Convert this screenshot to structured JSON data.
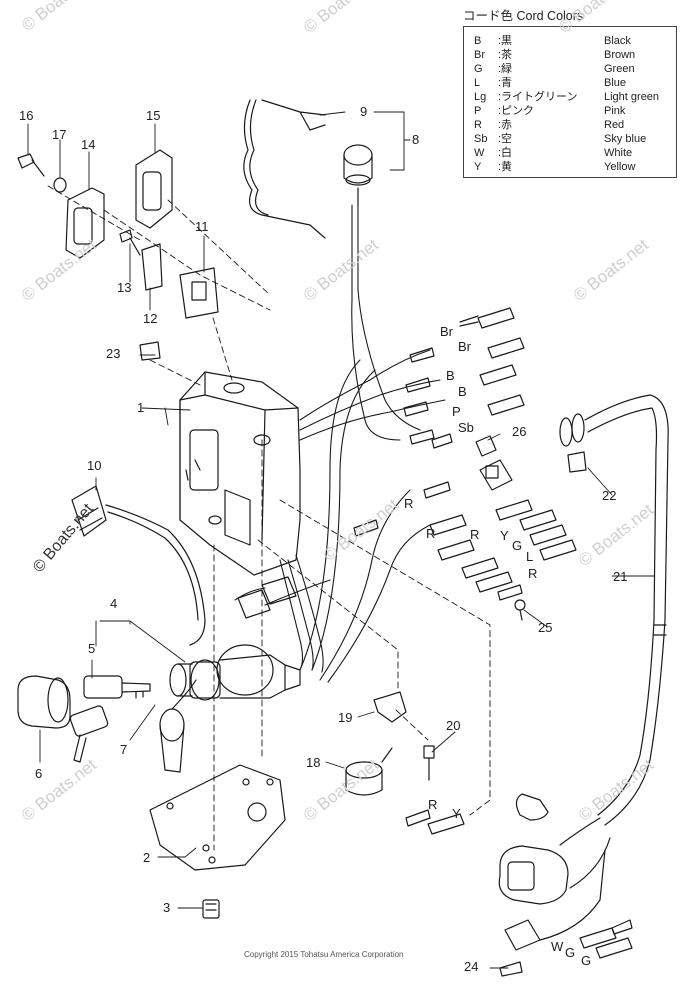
{
  "legend": {
    "title": "コード色 Cord Colors",
    "rows": [
      {
        "code": "B",
        "ja": ":黒",
        "en": "Black"
      },
      {
        "code": "Br",
        "ja": ":茶",
        "en": "Brown"
      },
      {
        "code": "G",
        "ja": ":緑",
        "en": "Green"
      },
      {
        "code": "L",
        "ja": ":青",
        "en": "Blue"
      },
      {
        "code": "Lg",
        "ja": ":ライトグリーン",
        "en": "Light green"
      },
      {
        "code": "P",
        "ja": ":ピンク",
        "en": "Pink"
      },
      {
        "code": "R",
        "ja": ":赤",
        "en": "Red"
      },
      {
        "code": "Sb",
        "ja": ":空",
        "en": "Sky blue"
      },
      {
        "code": "W",
        "ja": ":白",
        "en": "White"
      },
      {
        "code": "Y",
        "ja": ":黄",
        "en": "Yellow"
      }
    ]
  },
  "callouts": [
    "1",
    "2",
    "3",
    "4",
    "5",
    "6",
    "7",
    "8",
    "9",
    "10",
    "11",
    "12",
    "13",
    "14",
    "15",
    "16",
    "17",
    "18",
    "19",
    "20",
    "21",
    "22",
    "23",
    "24",
    "25",
    "26"
  ],
  "wire_labels": [
    "Br",
    "Br",
    "B",
    "B",
    "P",
    "Sb",
    "R",
    "R",
    "R",
    "Y",
    "G",
    "L",
    "R",
    "R",
    "Y",
    "W",
    "G",
    "G"
  ],
  "watermark": "© Boats.net",
  "copyright": "Copyright 2015 Tohatsu America Corporation"
}
